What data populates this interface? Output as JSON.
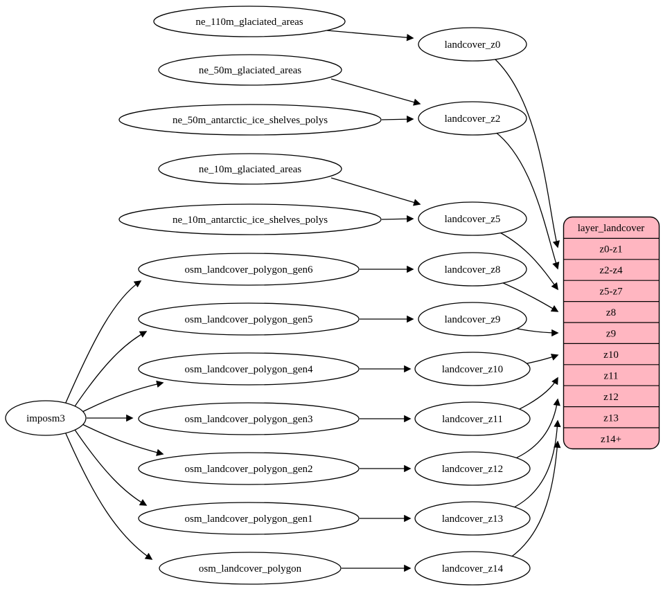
{
  "colors": {
    "background": "#ffffff",
    "node_fill": "#ffffff",
    "stroke": "#000000",
    "table_fill": "#ffb6c1"
  },
  "nodes": {
    "imposm3": {
      "label": "imposm3"
    },
    "ne_110m_glaciated_areas": {
      "label": "ne_110m_glaciated_areas"
    },
    "ne_50m_glaciated_areas": {
      "label": "ne_50m_glaciated_areas"
    },
    "ne_50m_antarctic_ice_shelves_polys": {
      "label": "ne_50m_antarctic_ice_shelves_polys"
    },
    "ne_10m_glaciated_areas": {
      "label": "ne_10m_glaciated_areas"
    },
    "ne_10m_antarctic_ice_shelves_polys": {
      "label": "ne_10m_antarctic_ice_shelves_polys"
    },
    "osm_landcover_polygon_gen6": {
      "label": "osm_landcover_polygon_gen6"
    },
    "osm_landcover_polygon_gen5": {
      "label": "osm_landcover_polygon_gen5"
    },
    "osm_landcover_polygon_gen4": {
      "label": "osm_landcover_polygon_gen4"
    },
    "osm_landcover_polygon_gen3": {
      "label": "osm_landcover_polygon_gen3"
    },
    "osm_landcover_polygon_gen2": {
      "label": "osm_landcover_polygon_gen2"
    },
    "osm_landcover_polygon_gen1": {
      "label": "osm_landcover_polygon_gen1"
    },
    "osm_landcover_polygon": {
      "label": "osm_landcover_polygon"
    },
    "landcover_z0": {
      "label": "landcover_z0"
    },
    "landcover_z2": {
      "label": "landcover_z2"
    },
    "landcover_z5": {
      "label": "landcover_z5"
    },
    "landcover_z8": {
      "label": "landcover_z8"
    },
    "landcover_z9": {
      "label": "landcover_z9"
    },
    "landcover_z10": {
      "label": "landcover_z10"
    },
    "landcover_z11": {
      "label": "landcover_z11"
    },
    "landcover_z12": {
      "label": "landcover_z12"
    },
    "landcover_z13": {
      "label": "landcover_z13"
    },
    "landcover_z14": {
      "label": "landcover_z14"
    }
  },
  "table": {
    "header": "layer_landcover",
    "rows": [
      "z0-z1",
      "z2-z4",
      "z5-z7",
      "z8",
      "z9",
      "z10",
      "z11",
      "z12",
      "z13",
      "z14+"
    ]
  },
  "edges": [
    {
      "from": "ne_110m_glaciated_areas",
      "to": "landcover_z0"
    },
    {
      "from": "ne_50m_glaciated_areas",
      "to": "landcover_z2"
    },
    {
      "from": "ne_50m_antarctic_ice_shelves_polys",
      "to": "landcover_z2"
    },
    {
      "from": "ne_10m_glaciated_areas",
      "to": "landcover_z5"
    },
    {
      "from": "ne_10m_antarctic_ice_shelves_polys",
      "to": "landcover_z5"
    },
    {
      "from": "imposm3",
      "to": "osm_landcover_polygon_gen6"
    },
    {
      "from": "imposm3",
      "to": "osm_landcover_polygon_gen5"
    },
    {
      "from": "imposm3",
      "to": "osm_landcover_polygon_gen4"
    },
    {
      "from": "imposm3",
      "to": "osm_landcover_polygon_gen3"
    },
    {
      "from": "imposm3",
      "to": "osm_landcover_polygon_gen2"
    },
    {
      "from": "imposm3",
      "to": "osm_landcover_polygon_gen1"
    },
    {
      "from": "imposm3",
      "to": "osm_landcover_polygon"
    },
    {
      "from": "osm_landcover_polygon_gen6",
      "to": "landcover_z8"
    },
    {
      "from": "osm_landcover_polygon_gen5",
      "to": "landcover_z9"
    },
    {
      "from": "osm_landcover_polygon_gen4",
      "to": "landcover_z10"
    },
    {
      "from": "osm_landcover_polygon_gen3",
      "to": "landcover_z11"
    },
    {
      "from": "osm_landcover_polygon_gen2",
      "to": "landcover_z12"
    },
    {
      "from": "osm_landcover_polygon_gen1",
      "to": "landcover_z13"
    },
    {
      "from": "osm_landcover_polygon",
      "to": "landcover_z14"
    },
    {
      "from": "landcover_z0",
      "to": "layer_landcover.z0-z1"
    },
    {
      "from": "landcover_z2",
      "to": "layer_landcover.z2-z4"
    },
    {
      "from": "landcover_z5",
      "to": "layer_landcover.z5-z7"
    },
    {
      "from": "landcover_z8",
      "to": "layer_landcover.z8"
    },
    {
      "from": "landcover_z9",
      "to": "layer_landcover.z9"
    },
    {
      "from": "landcover_z10",
      "to": "layer_landcover.z10"
    },
    {
      "from": "landcover_z11",
      "to": "layer_landcover.z11"
    },
    {
      "from": "landcover_z12",
      "to": "layer_landcover.z12"
    },
    {
      "from": "landcover_z13",
      "to": "layer_landcover.z13"
    },
    {
      "from": "landcover_z14",
      "to": "layer_landcover.z14+"
    }
  ]
}
